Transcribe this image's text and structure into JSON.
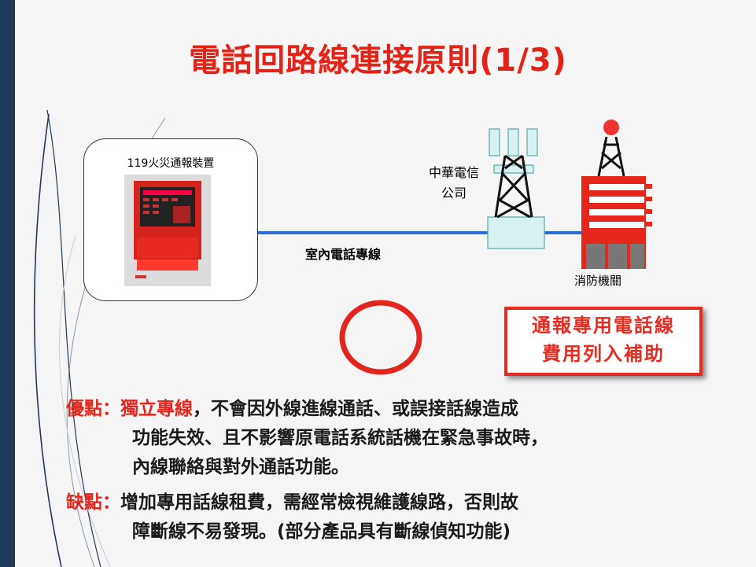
{
  "title": "電話回路線連接原則(1/3)",
  "diagram": {
    "device_label": "119火災通報裝置",
    "line_label": "室內電話專線",
    "telecom_label_line1": "中華電信",
    "telecom_label_line2": "公司",
    "fire_dept_label": "消防機關",
    "subsidy_line1": "通報專用電話線",
    "subsidy_line2": "費用列入補助"
  },
  "pros": {
    "label": "優點：",
    "highlight": "獨立專線",
    "line1_rest": "，不會因外線進線通話、或誤接話線造成",
    "line2": "功能失效、且不影響原電話系統話機在緊急事故時，",
    "line3": "內線聯絡與對外通話功能。"
  },
  "cons": {
    "label": "缺點：",
    "line1": "增加專用話線租費，需經常檢視維護線路，否則故",
    "line2": "障斷線不易發現。(部分產品具有斷線偵知功能)"
  },
  "colors": {
    "accent": "#e32218",
    "sidebar": "#1f3a5a",
    "line": "#2f6bd8"
  }
}
